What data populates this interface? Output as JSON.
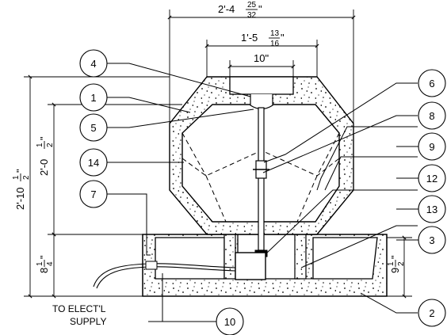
{
  "dimensions": {
    "overall_width": {
      "whole": "2'-4",
      "num": "25",
      "den": "32",
      "unit": "\""
    },
    "inner_width": {
      "whole": "1'-5",
      "num": "13",
      "den": "16",
      "unit": "\""
    },
    "top_block": "10\"",
    "total_height": {
      "whole": "2'-10",
      "num": "1",
      "den": "2",
      "unit": "\""
    },
    "body_height": {
      "whole": "2'-0",
      "num": "1",
      "den": "2",
      "unit": "\""
    },
    "base_left": {
      "whole": "8",
      "num": "1",
      "den": "4",
      "unit": "\""
    },
    "base_right": {
      "whole": "9",
      "num": "1",
      "den": "2",
      "unit": "\""
    }
  },
  "callouts": [
    "1",
    "2",
    "3",
    "4",
    "5",
    "6",
    "7",
    "8",
    "9",
    "10",
    "12",
    "13",
    "14"
  ],
  "note": {
    "line1": "TO ELECT'L",
    "line2": "SUPPLY"
  },
  "colors": {
    "ink": "#000000",
    "background": "#ffffff"
  }
}
